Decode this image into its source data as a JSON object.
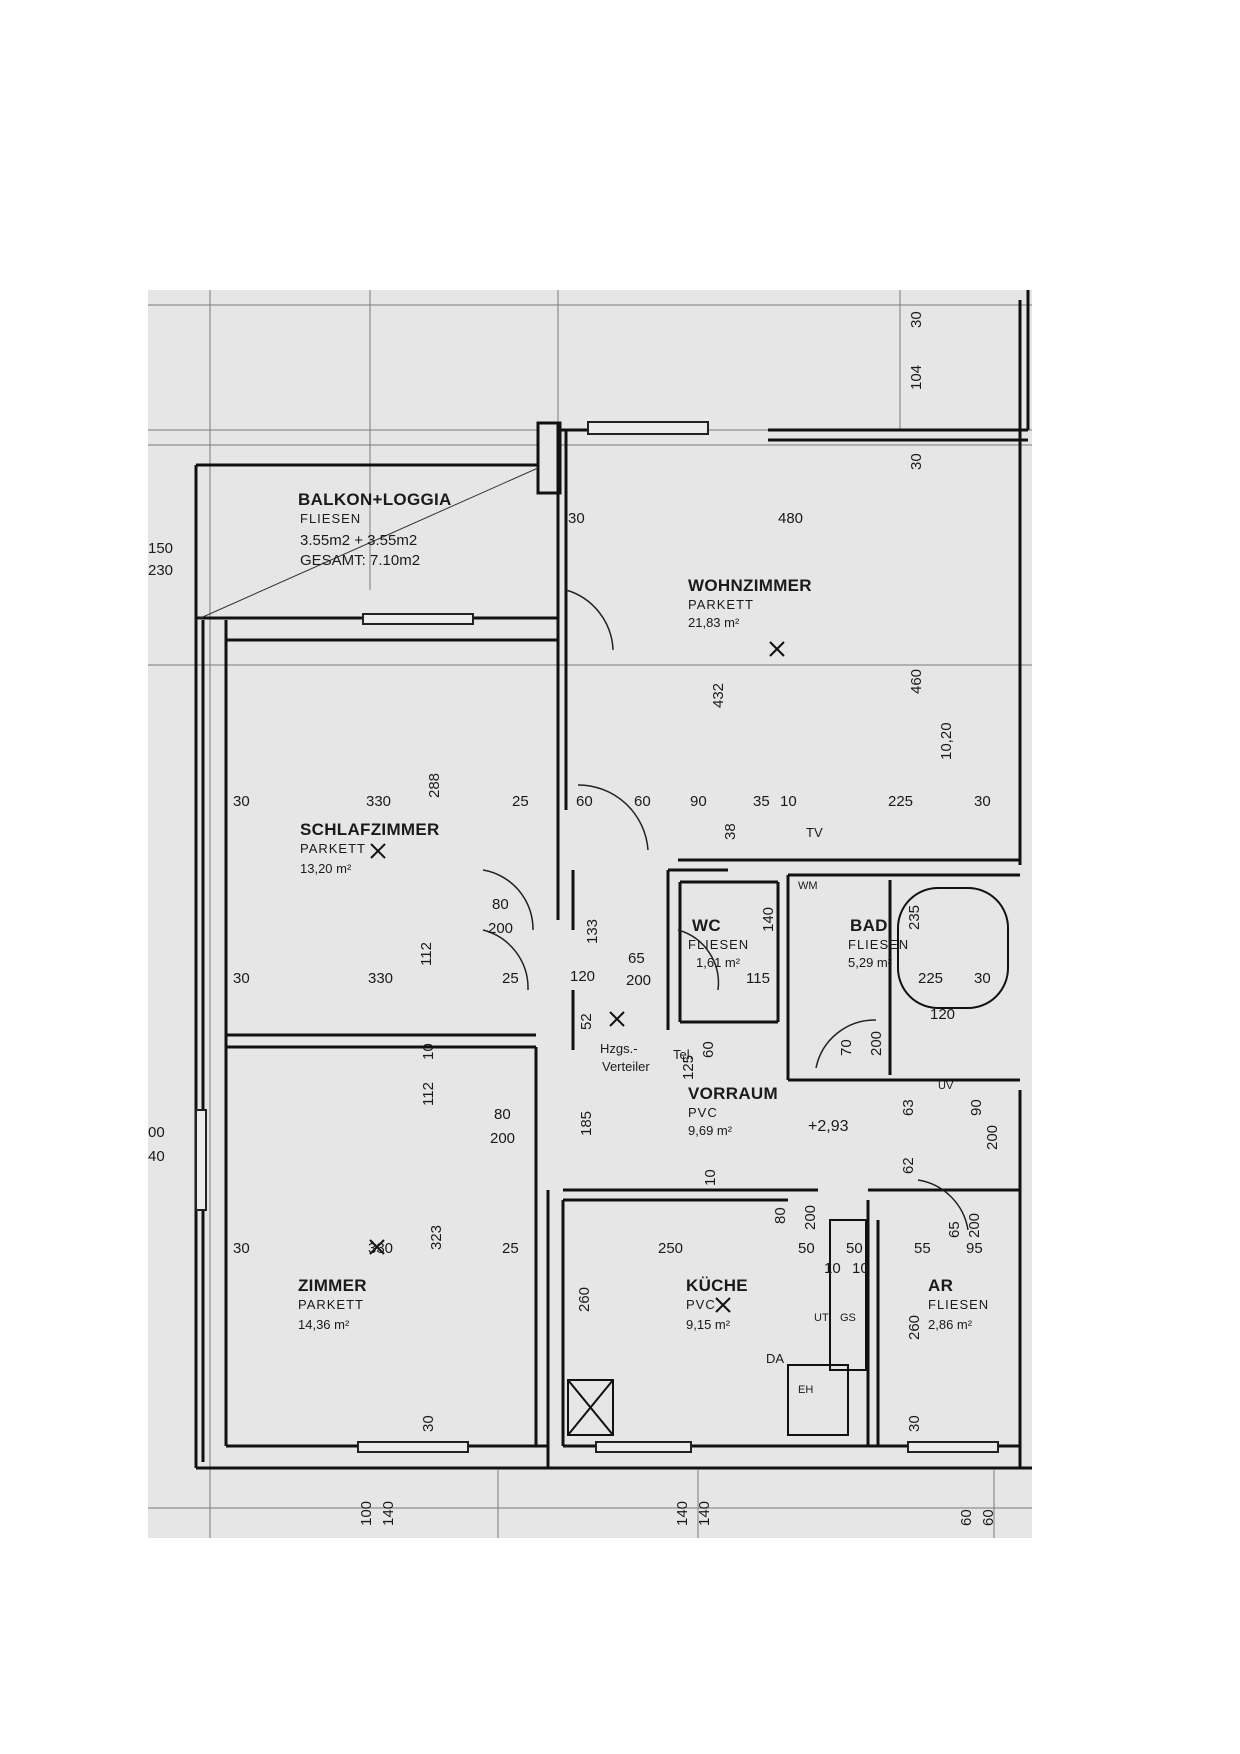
{
  "rooms": {
    "balkon": {
      "name": "BALKON+LOGGIA",
      "floor": "FLIESEN",
      "area_detail": "3.55m2 + 3.55m2",
      "total": "GESAMT: 7.10m2"
    },
    "wohnzimmer": {
      "name": "WOHNZIMMER",
      "floor": "PARKETT",
      "area": "21,83 m²"
    },
    "schlafzimmer": {
      "name": "SCHLAFZIMMER",
      "floor": "PARKETT",
      "area": "13,20 m²"
    },
    "wc": {
      "name": "WC",
      "floor": "FLIESEN",
      "area": "1,61 m²"
    },
    "bad": {
      "name": "BAD",
      "floor": "FLIESEN",
      "area": "5,29 m²"
    },
    "vorraum": {
      "name": "VORRAUM",
      "floor": "PVC",
      "area": "9,69 m²",
      "level": "+2,93"
    },
    "zimmer": {
      "name": "ZIMMER",
      "floor": "PARKETT",
      "area": "14,36 m²"
    },
    "kueche": {
      "name": "KÜCHE",
      "floor": "PVC",
      "area": "9,15 m²"
    },
    "ar": {
      "name": "AR",
      "floor": "FLIESEN",
      "area": "2,86 m²"
    }
  },
  "annotations": {
    "hzgs_1": "Hzgs.-",
    "hzgs_2": "Verteiler",
    "tel": "Tel.",
    "tv": "TV",
    "wm": "WM",
    "da": "DA",
    "uv": "UV",
    "ut": "UT",
    "gs": "GS",
    "eh": "EH"
  },
  "dimensions": {
    "d30a": "30",
    "d104": "104",
    "d30b": "30",
    "d480": "480",
    "d30c": "30",
    "d460": "460",
    "d432": "432",
    "d1020": "10,20",
    "d30d": "30",
    "d330a": "330",
    "d288": "288",
    "d25a": "25",
    "d60a": "60",
    "d60b": "60",
    "d90": "90",
    "d38": "38",
    "d35": "35",
    "d10a": "10",
    "d225a": "225",
    "d30e": "30",
    "d80a": "80",
    "d200a": "200",
    "d133": "133",
    "d112a": "112",
    "d65a": "65",
    "d200b": "200",
    "d140a": "140",
    "d115": "115",
    "d120a": "120",
    "d235": "235",
    "d225b": "225",
    "d30f": "30",
    "d120b": "120",
    "d30g": "30",
    "d330b": "330",
    "d25b": "25",
    "d52": "52",
    "d70": "70",
    "d200c": "200",
    "d125": "125",
    "d60c": "60",
    "d10b": "10",
    "d112b": "112",
    "d185": "185",
    "d80b": "80",
    "d200d": "200",
    "d63": "63",
    "d62": "62",
    "d90b": "90",
    "d200e": "200",
    "d323": "323",
    "d30h": "30",
    "d330c": "330",
    "d25c": "25",
    "d250": "250",
    "d10c": "10",
    "d80c": "80",
    "d200f": "200",
    "d50a": "50",
    "d50b": "50",
    "d10d": "10",
    "d10e": "10",
    "d55": "55",
    "d95": "95",
    "d65b": "65",
    "d200g": "200",
    "d260a": "260",
    "d260b": "260",
    "d30i": "30",
    "d30j": "30",
    "d100": "100",
    "d140b": "140",
    "d140c": "140",
    "d140d": "140",
    "d60d": "60",
    "d60e": "60",
    "d150": "150",
    "d230": "230",
    "d00": "00",
    "d40": "40"
  }
}
